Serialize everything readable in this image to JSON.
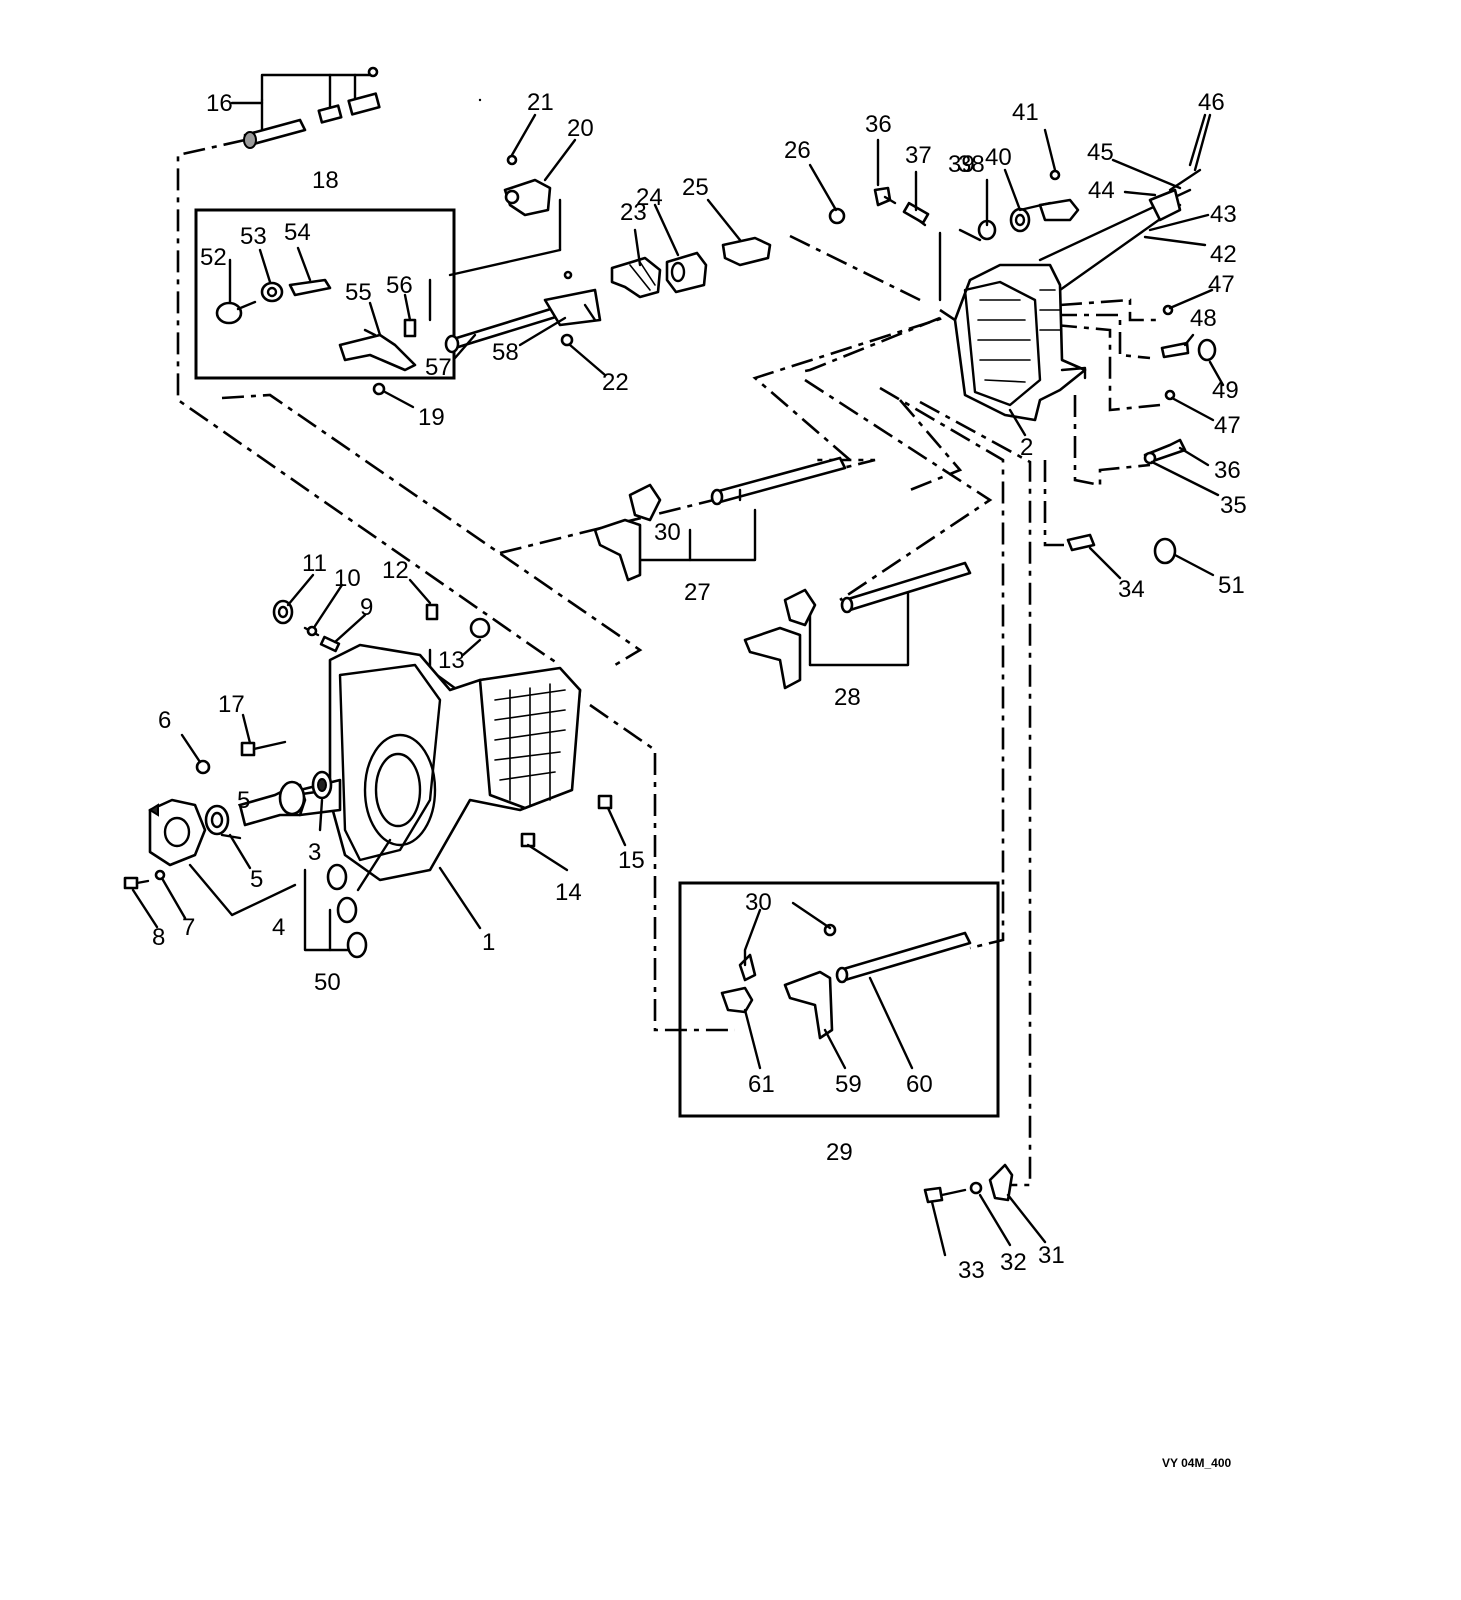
{
  "diagram": {
    "code": "VY 04M_400",
    "callouts": {
      "c1": "1",
      "c2": "2",
      "c3": "3",
      "c4": "4",
      "c5a": "5",
      "c5b": "5",
      "c6": "6",
      "c7": "7",
      "c8": "8",
      "c9": "9",
      "c10": "10",
      "c11": "11",
      "c12": "12",
      "c13": "13",
      "c14": "14",
      "c15": "15",
      "c16": "16",
      "c17": "17",
      "c18": "18",
      "c19": "19",
      "c20": "20",
      "c21": "21",
      "c22": "22",
      "c23": "23",
      "c24": "24",
      "c25": "25",
      "c26": "26",
      "c27": "27",
      "c28": "28",
      "c29": "29",
      "c30a": "30",
      "c30b": "30",
      "c31": "31",
      "c32": "32",
      "c33": "33",
      "c34": "34",
      "c35": "35",
      "c36a": "36",
      "c36b": "36",
      "c37": "37",
      "c38": "38",
      "c39": "39",
      "c40": "40",
      "c41": "41",
      "c42": "42",
      "c43": "43",
      "c44": "44",
      "c45": "45",
      "c46": "46",
      "c47a": "47",
      "c47b": "47",
      "c48": "48",
      "c49": "49",
      "c50": "50",
      "c51": "51",
      "c52": "52",
      "c53": "53",
      "c54": "54",
      "c55": "55",
      "c56": "56",
      "c57": "57",
      "c58": "58",
      "c59": "59",
      "c60": "60",
      "c61": "61"
    }
  }
}
